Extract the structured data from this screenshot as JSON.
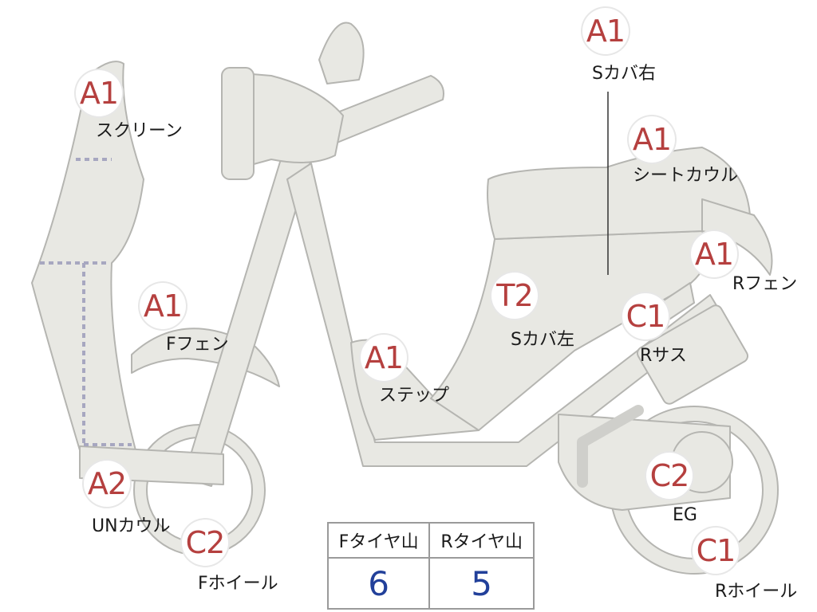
{
  "parts": [
    {
      "id": "screen",
      "rank": "A1",
      "label": "スクリーン"
    },
    {
      "id": "s-cover-right",
      "rank": "A1",
      "label": "Sカバ右"
    },
    {
      "id": "seat-cowl",
      "rank": "A1",
      "label": "シートカウル"
    },
    {
      "id": "r-fender",
      "rank": "A1",
      "label": "Rフェン"
    },
    {
      "id": "f-fender",
      "rank": "A1",
      "label": "Fフェン"
    },
    {
      "id": "s-cover-left",
      "rank": "T2",
      "label": "Sカバ左"
    },
    {
      "id": "r-suspension",
      "rank": "C1",
      "label": "Rサス"
    },
    {
      "id": "step",
      "rank": "A1",
      "label": "ステップ"
    },
    {
      "id": "under-cowl",
      "rank": "A2",
      "label": "UNカウル"
    },
    {
      "id": "f-wheel",
      "rank": "C2",
      "label": "Fホイール"
    },
    {
      "id": "engine",
      "rank": "C2",
      "label": "EG"
    },
    {
      "id": "r-wheel",
      "rank": "C1",
      "label": "Rホイール"
    }
  ],
  "tire_table": {
    "front_header": "Fタイヤ山",
    "rear_header": "Rタイヤ山",
    "front_value": "6",
    "rear_value": "5"
  },
  "colors": {
    "body_fill": "#e8e8e3",
    "outline": "#b5b5b1",
    "rank_text": "#b5403f",
    "value_text": "#22409a"
  }
}
